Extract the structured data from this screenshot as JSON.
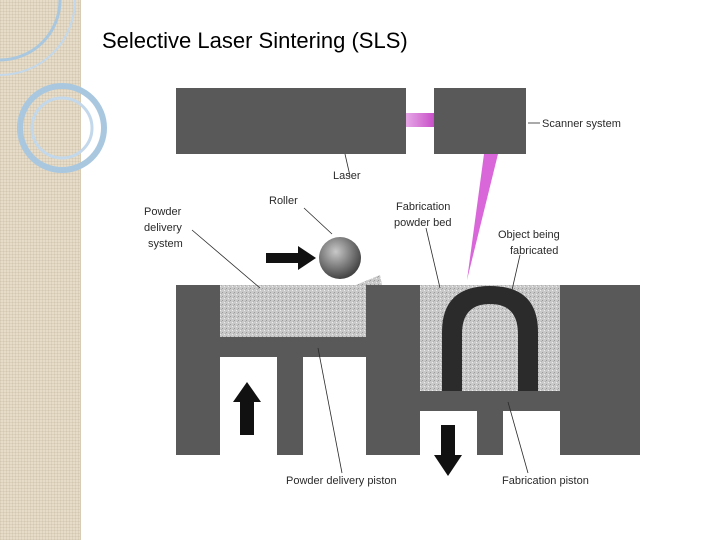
{
  "slide": {
    "title": "Selective Laser Sintering (SLS)"
  },
  "diagram": {
    "labels": {
      "laser": "Laser",
      "scanner": "Scanner system",
      "roller": "Roller",
      "powder_delivery_system": [
        "Powder",
        "delivery",
        "system"
      ],
      "fabrication_bed": [
        "Fabrication",
        "powder bed"
      ],
      "object": [
        "Object being",
        "fabricated"
      ],
      "delivery_piston": "Powder delivery piston",
      "fabrication_piston": "Fabrication piston"
    },
    "colors": {
      "machine": "#595959",
      "powder": "#c8c8c8",
      "beam": "#d24cd2",
      "object": "#2b2b2b"
    }
  }
}
